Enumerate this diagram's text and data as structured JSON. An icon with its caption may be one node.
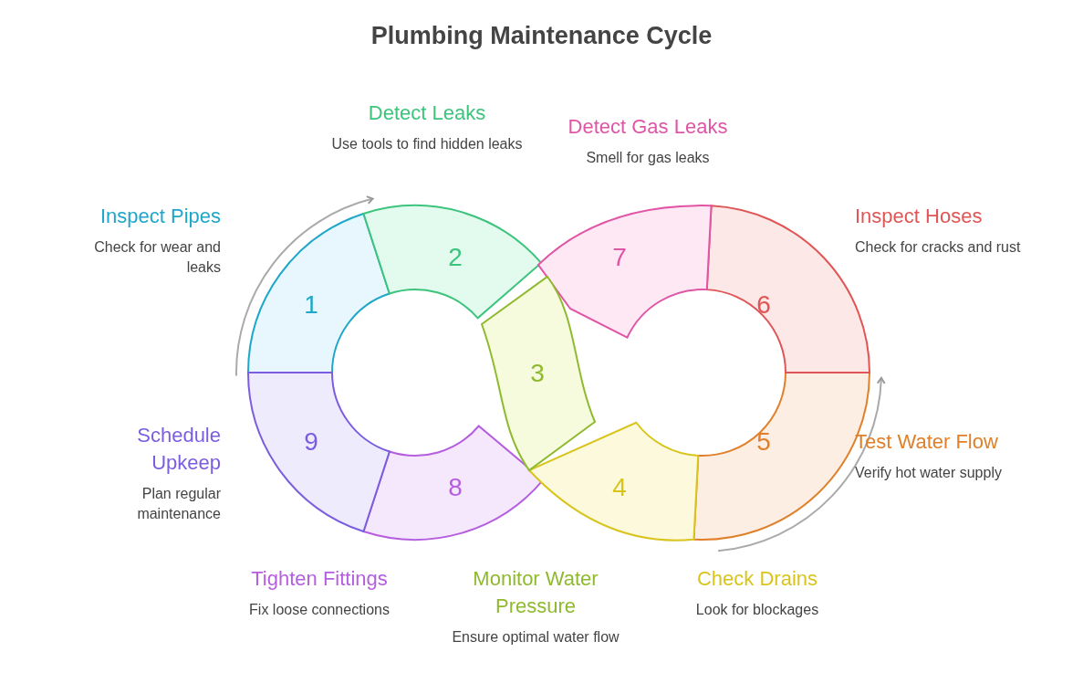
{
  "diagram": {
    "title": "Plumbing Maintenance Cycle",
    "nodes": [
      {
        "text": [
          "1"
        ],
        "beside": [
          "Inspect Pipes",
          "Check for wear and leaks"
        ]
      },
      {
        "text": [
          "2"
        ],
        "beside": [
          "Detect Leaks",
          "Use tools to find hidden leaks"
        ]
      },
      {
        "text": [
          "3"
        ],
        "beside": [
          "Monitor Water Pressure",
          "Ensure optimal water flow"
        ]
      },
      {
        "text": [
          "4"
        ],
        "beside": [
          "Check Drains",
          "Look for blockages"
        ]
      },
      {
        "text": [
          "5"
        ],
        "beside": [
          "Test Water Flow",
          "Verify hot water supply"
        ]
      },
      {
        "text": [
          "6"
        ],
        "beside": [
          "Inspect Hoses",
          "Check for cracks and rust"
        ]
      },
      {
        "text": [
          "7"
        ],
        "beside": [
          "Detect Gas Leaks",
          "Smell for gas leaks"
        ]
      },
      {
        "text": [
          "8"
        ],
        "beside": [
          "Tighten Fittings",
          "Fix loose connections"
        ]
      },
      {
        "text": [
          "9"
        ],
        "beside": [
          "Schedule Upkeep",
          "Plan regular maintenance"
        ]
      }
    ]
  }
}
